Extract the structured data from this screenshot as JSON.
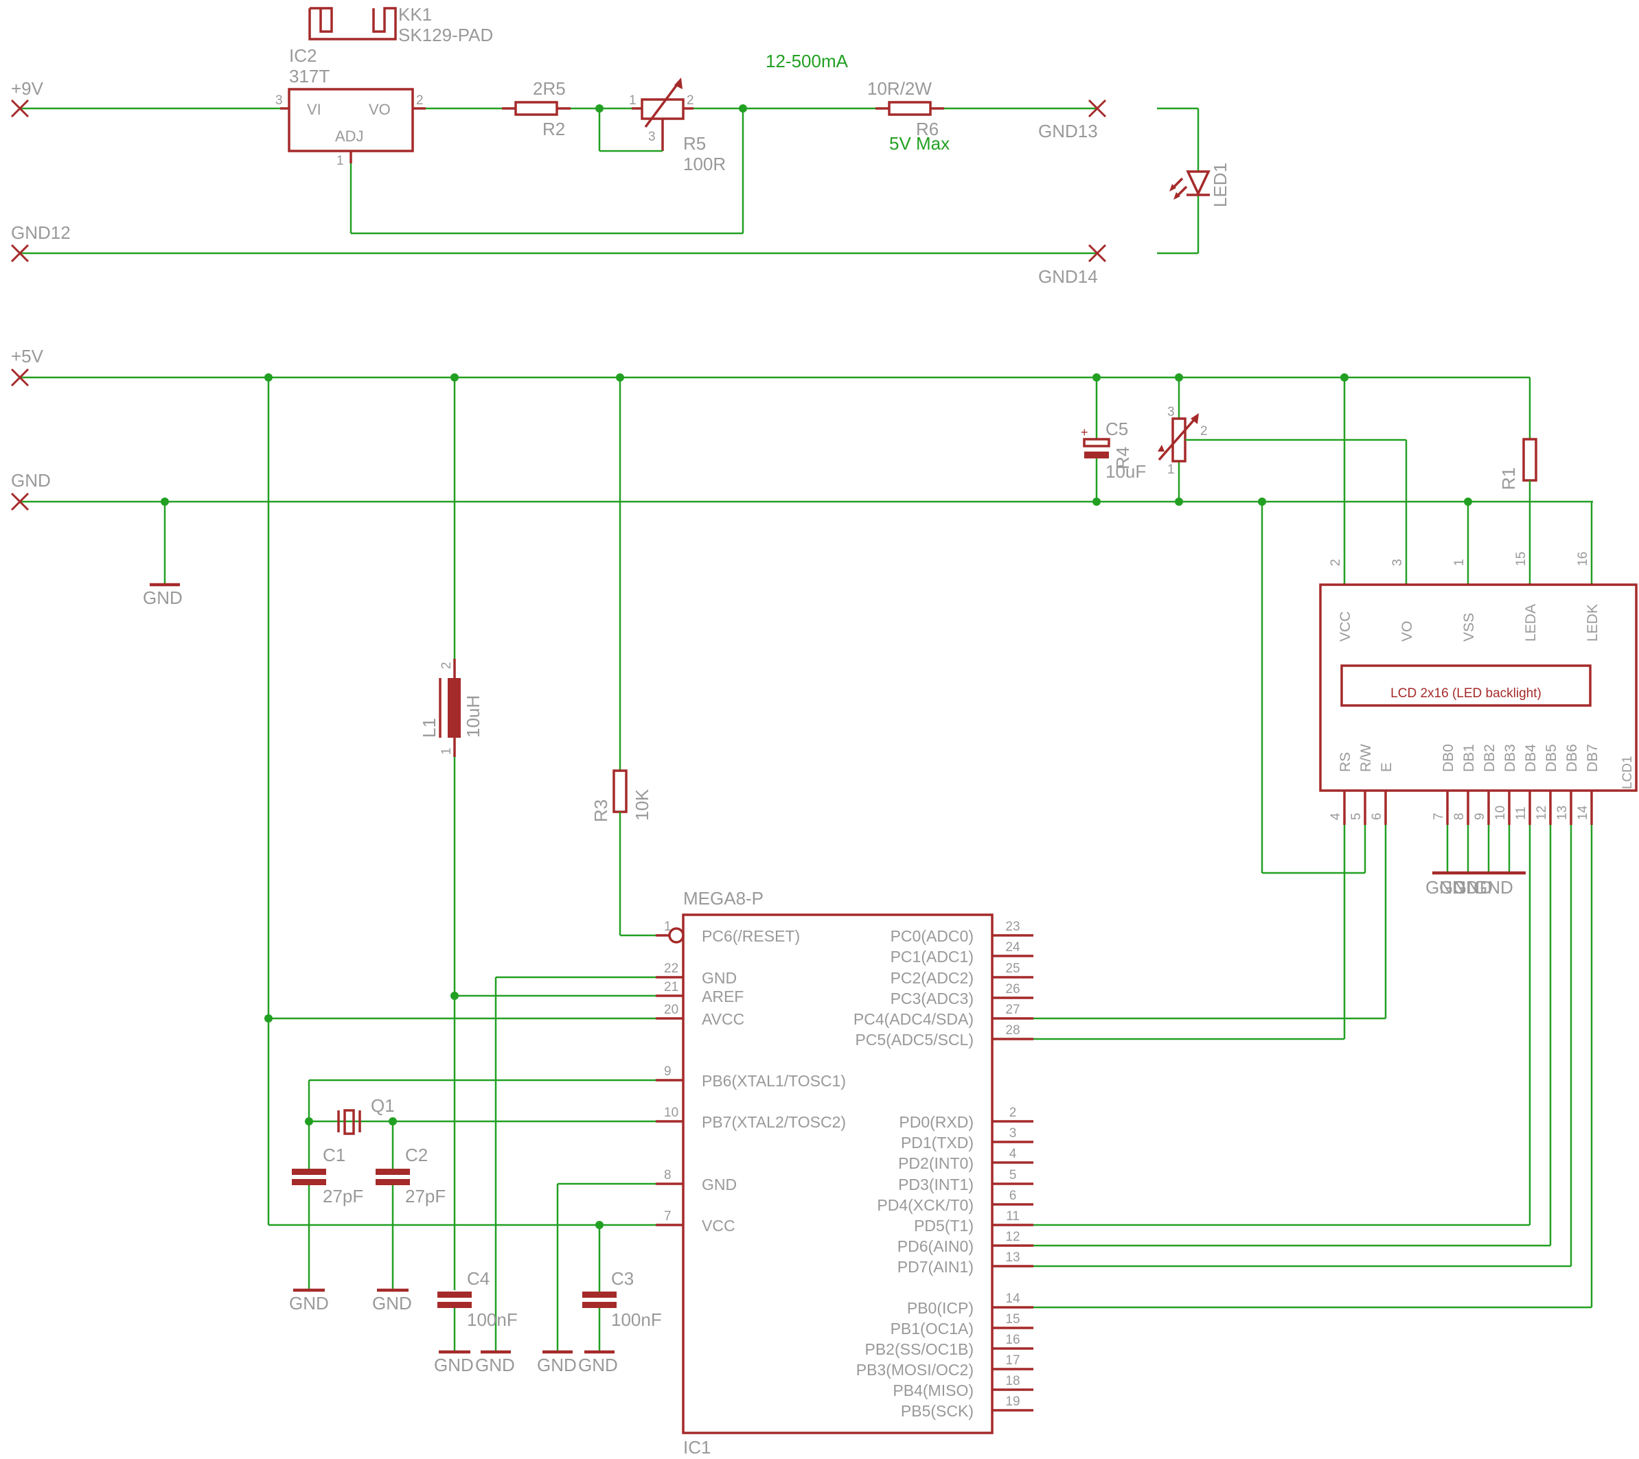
{
  "annotations": {
    "current_range": "12-500mA",
    "max_voltage": "5V Max"
  },
  "supply_9v": {
    "label": "+9V",
    "gnd_left": "GND12",
    "gnd_out1": "GND13",
    "gnd_out2": "GND14"
  },
  "heatsink": {
    "name": "KK1",
    "value": "SK129-PAD"
  },
  "regulator": {
    "name": "IC2",
    "value": "317T",
    "pin_vi": "VI",
    "pin_vo": "VO",
    "pin_adj": "ADJ",
    "pin1": "1",
    "pin2": "2",
    "pin3": "3"
  },
  "r2": {
    "name": "R2",
    "value": "2R5"
  },
  "r5": {
    "name": "R5",
    "value": "100R",
    "pin1": "1",
    "pin2": "2",
    "pin3": "3"
  },
  "r6": {
    "name": "R6",
    "value": "10R/2W"
  },
  "led1": {
    "name": "LED1"
  },
  "supply_5v": {
    "label": "+5V",
    "gnd_label": "GND"
  },
  "gnd_symbol": "GND",
  "c5": {
    "name": "C5",
    "value": "10uF"
  },
  "r4": {
    "name": "R4",
    "pin1": "1",
    "pin2": "2",
    "pin3": "3"
  },
  "r1": {
    "name": "R1"
  },
  "l1": {
    "name": "L1",
    "value": "10uH",
    "pin1": "1",
    "pin2": "2"
  },
  "r3": {
    "name": "R3",
    "value": "10K"
  },
  "q1": {
    "name": "Q1"
  },
  "c1": {
    "name": "C1",
    "value": "27pF"
  },
  "c2": {
    "name": "C2",
    "value": "27pF"
  },
  "c3": {
    "name": "C3",
    "value": "100nF"
  },
  "c4": {
    "name": "C4",
    "value": "100nF"
  },
  "lcd": {
    "name": "LCD1",
    "title": "LCD 2x16 (LED backlight)",
    "top_pins": [
      {
        "label": "VCC",
        "num": "2"
      },
      {
        "label": "VO",
        "num": "3"
      },
      {
        "label": "VSS",
        "num": "1"
      },
      {
        "label": "LEDA",
        "num": "15"
      },
      {
        "label": "LEDK",
        "num": "16"
      }
    ],
    "bottom_pins": [
      {
        "label": "RS",
        "num": "4"
      },
      {
        "label": "R/W",
        "num": "5"
      },
      {
        "label": "E",
        "num": "6"
      },
      {
        "label": "DB0",
        "num": "7"
      },
      {
        "label": "DB1",
        "num": "8"
      },
      {
        "label": "DB2",
        "num": "9"
      },
      {
        "label": "DB3",
        "num": "10"
      },
      {
        "label": "DB4",
        "num": "11"
      },
      {
        "label": "DB5",
        "num": "12"
      },
      {
        "label": "DB6",
        "num": "13"
      },
      {
        "label": "DB7",
        "num": "14"
      }
    ],
    "db_gnd_labels": [
      "GND",
      "GND",
      "GND",
      "GND"
    ]
  },
  "mcu": {
    "name": "IC1",
    "value": "MEGA8-P",
    "left_pins": [
      {
        "label": "PC6(/RESET)",
        "num": "1"
      },
      {
        "label": "GND",
        "num": "22"
      },
      {
        "label": "AREF",
        "num": "21"
      },
      {
        "label": "AVCC",
        "num": "20"
      },
      {
        "label": "PB6(XTAL1/TOSC1)",
        "num": "9"
      },
      {
        "label": "PB7(XTAL2/TOSC2)",
        "num": "10"
      },
      {
        "label": "GND",
        "num": "8"
      },
      {
        "label": "VCC",
        "num": "7"
      }
    ],
    "right_pins": [
      {
        "label": "PC0(ADC0)",
        "num": "23"
      },
      {
        "label": "PC1(ADC1)",
        "num": "24"
      },
      {
        "label": "PC2(ADC2)",
        "num": "25"
      },
      {
        "label": "PC3(ADC3)",
        "num": "26"
      },
      {
        "label": "PC4(ADC4/SDA)",
        "num": "27"
      },
      {
        "label": "PC5(ADC5/SCL)",
        "num": "28"
      },
      {
        "label": "PD0(RXD)",
        "num": "2"
      },
      {
        "label": "PD1(TXD)",
        "num": "3"
      },
      {
        "label": "PD2(INT0)",
        "num": "4"
      },
      {
        "label": "PD3(INT1)",
        "num": "5"
      },
      {
        "label": "PD4(XCK/T0)",
        "num": "6"
      },
      {
        "label": "PD5(T1)",
        "num": "11"
      },
      {
        "label": "PD6(AIN0)",
        "num": "12"
      },
      {
        "label": "PD7(AIN1)",
        "num": "13"
      },
      {
        "label": "PB0(ICP)",
        "num": "14"
      },
      {
        "label": "PB1(OC1A)",
        "num": "15"
      },
      {
        "label": "PB2(SS/OC1B)",
        "num": "16"
      },
      {
        "label": "PB3(MOSI/OC2)",
        "num": "17"
      },
      {
        "label": "PB4(MISO)",
        "num": "18"
      },
      {
        "label": "PB5(SCK)",
        "num": "19"
      }
    ]
  }
}
